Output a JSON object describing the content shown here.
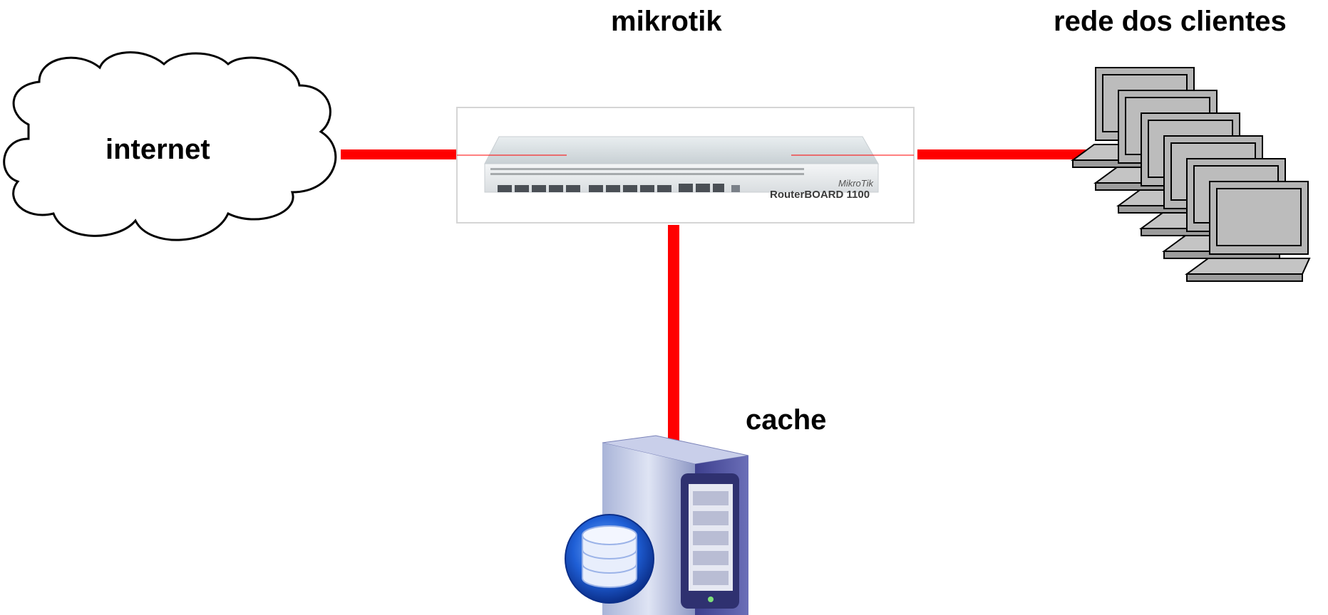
{
  "labels": {
    "internet": "internet",
    "router": "mikrotik",
    "clients": "rede dos clientes",
    "cache": "cache"
  },
  "router_panel": {
    "brand": "MikroTik",
    "model": "RouterBOARD 1100"
  },
  "colors": {
    "link": "#ff0000",
    "background": "#ffffff"
  },
  "icons": [
    "cloud-icon",
    "router-icon",
    "computer-icon",
    "server-icon",
    "database-icon"
  ]
}
